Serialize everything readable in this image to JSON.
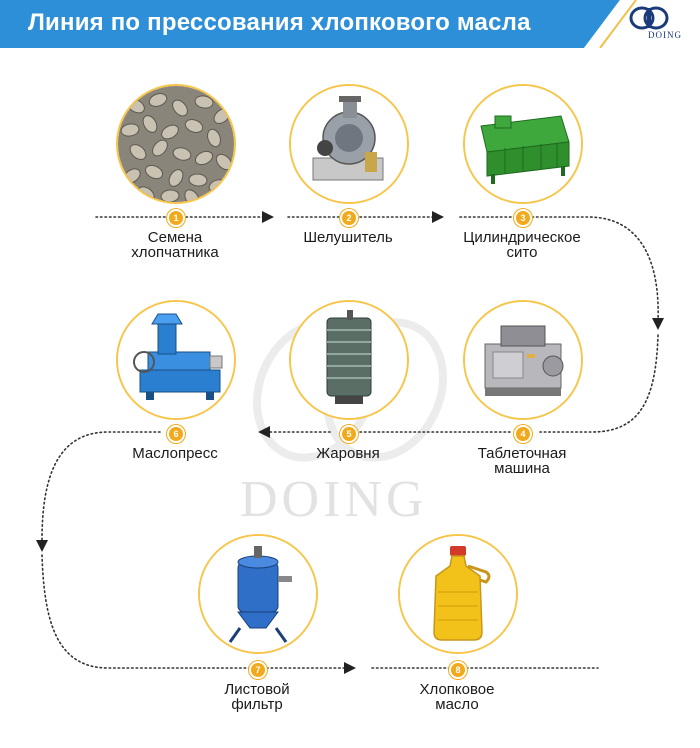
{
  "header": {
    "title": "Линия по прессования хлопкового масла",
    "logo_text": "DOING",
    "accent": "#2d8fd8"
  },
  "watermark": {
    "text": "DOING"
  },
  "steps": [
    {
      "num": "1",
      "label": "Семена\nхлопчатника",
      "icon": "cotton-seeds-icon"
    },
    {
      "num": "2",
      "label": "Шелушитель",
      "icon": "huller-machine-icon"
    },
    {
      "num": "3",
      "label": "Цилиндрическое\nсито",
      "icon": "cylinder-sieve-icon"
    },
    {
      "num": "4",
      "label": "Таблеточная\nмашина",
      "icon": "flaking-machine-icon"
    },
    {
      "num": "5",
      "label": "Жаровня",
      "icon": "cooker-tower-icon"
    },
    {
      "num": "6",
      "label": "Маслопресс",
      "icon": "oil-press-icon"
    },
    {
      "num": "7",
      "label": "Листовой\nфильтр",
      "icon": "leaf-filter-icon"
    },
    {
      "num": "8",
      "label": "Хлопковое\nмасло",
      "icon": "oil-bottle-icon"
    }
  ],
  "colors": {
    "circle_border": "#f7c54a",
    "badge": "#f2a91b",
    "arrow": "#222222"
  }
}
